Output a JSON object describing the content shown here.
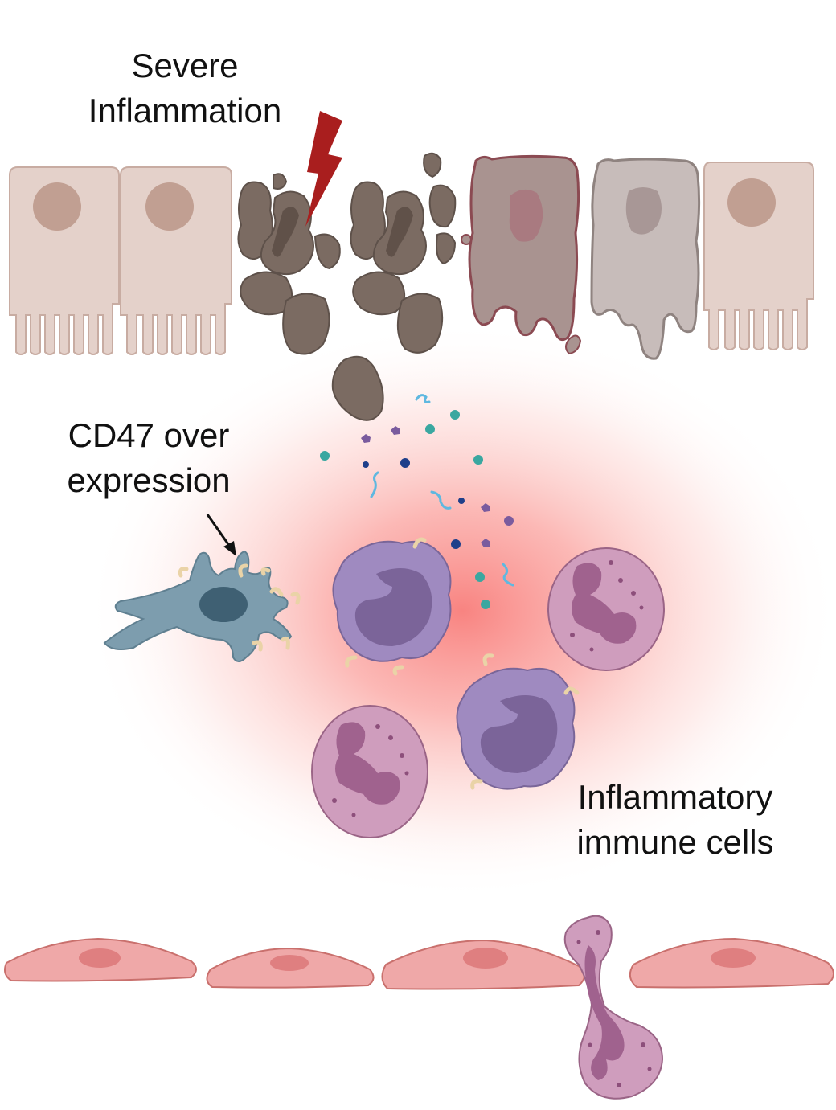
{
  "labels": {
    "severe_inflammation": [
      "Severe",
      "Inflammation"
    ],
    "cd47_over_expression": [
      "CD47 over",
      "expression"
    ],
    "inflammatory_immune_cells": [
      "Inflammatory",
      "immune cells"
    ]
  },
  "colors": {
    "healthy_epithelium": "#e4d1ca",
    "healthy_nucleus": "#c19f92",
    "necrotic_cell": "#7b6b62",
    "dying_cell": "#a99390",
    "pale_dying_cell": "#c7bcba",
    "lightning": "#a91e1e",
    "inflammation_glow": "#f98f8c",
    "macrophage": "#9f8ac0",
    "neutrophil": "#cf9dbd",
    "dendritic_cell": "#7d9dae",
    "cd47_receptor": "#ead3a7",
    "endothelium": "#efa8a8",
    "cytokine_teal": "#3aa7a0",
    "cytokine_purple": "#7a5b9e",
    "cytokine_blue": "#5fb8e0"
  },
  "icons": [
    "lightning-bolt-icon",
    "cd47-receptor-icon",
    "pointer-arrow-icon"
  ]
}
